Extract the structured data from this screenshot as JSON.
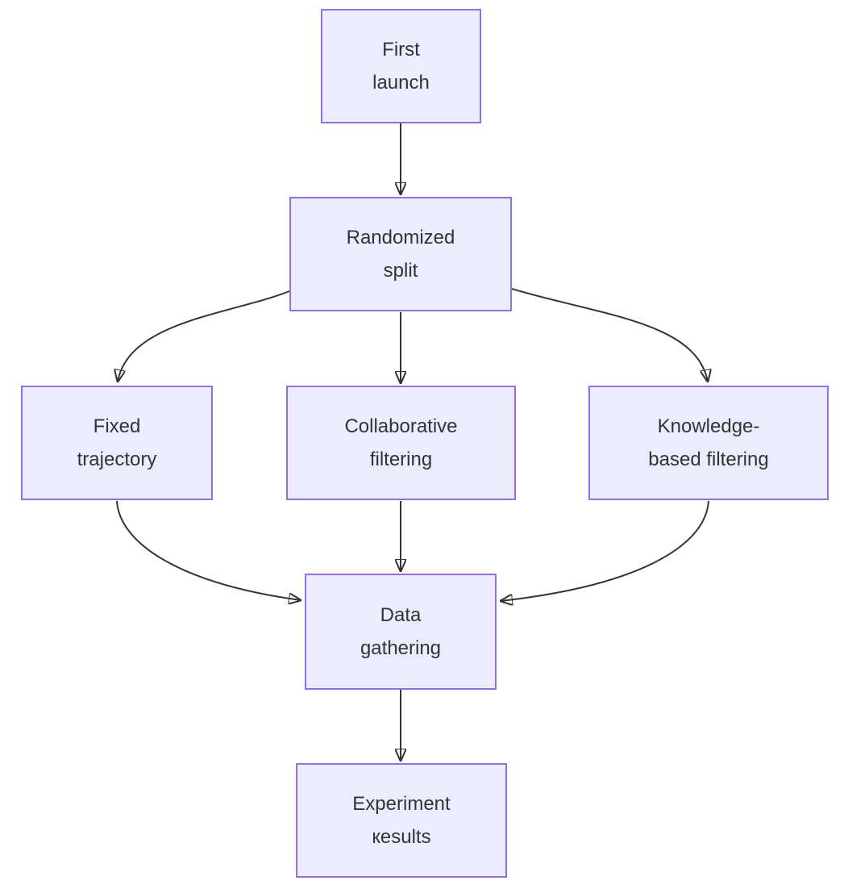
{
  "diagram": {
    "type": "flowchart",
    "direction": "top-down",
    "colors": {
      "node_fill": "#ECECFF",
      "node_border": "#9370DB",
      "text": "#333333",
      "edge": "#333333"
    },
    "nodes": [
      {
        "id": "first-launch",
        "label": "First launch",
        "lines": [
          "First",
          "launch"
        ]
      },
      {
        "id": "randomized-split",
        "label": "Randomized split",
        "lines": [
          "Randomized",
          "split"
        ]
      },
      {
        "id": "fixed-trajectory",
        "label": "Fixed trajectory",
        "lines": [
          "Fixed",
          "trajectory"
        ]
      },
      {
        "id": "collaborative-filtering",
        "label": "Collaborative filtering",
        "lines": [
          "Collaborative",
          "filtering"
        ]
      },
      {
        "id": "knowledge-based-filtering",
        "label": "Knowledge-based filtering",
        "lines": [
          "Knowledge-",
          "based filtering"
        ]
      },
      {
        "id": "data-gathering",
        "label": "Data gathering",
        "lines": [
          "Data",
          "gathering"
        ]
      },
      {
        "id": "experiment-results",
        "label": "Experiment кesults",
        "lines": [
          "Experiment",
          "кesults"
        ]
      }
    ],
    "edges": [
      {
        "from": "first-launch",
        "to": "randomized-split"
      },
      {
        "from": "randomized-split",
        "to": "fixed-trajectory"
      },
      {
        "from": "randomized-split",
        "to": "collaborative-filtering"
      },
      {
        "from": "randomized-split",
        "to": "knowledge-based-filtering"
      },
      {
        "from": "fixed-trajectory",
        "to": "data-gathering"
      },
      {
        "from": "collaborative-filtering",
        "to": "data-gathering"
      },
      {
        "from": "knowledge-based-filtering",
        "to": "data-gathering"
      },
      {
        "from": "data-gathering",
        "to": "experiment-results"
      }
    ]
  }
}
